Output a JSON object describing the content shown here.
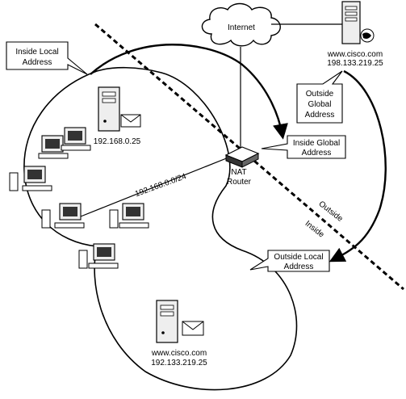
{
  "internet_label": "Internet",
  "callouts": {
    "inside_local": [
      "Inside Local",
      "Address"
    ],
    "outside_global": [
      "Outside",
      "Global",
      "Address"
    ],
    "inside_global": [
      "Inside Global",
      "Address"
    ],
    "outside_local": [
      "Outside Local",
      "Address"
    ]
  },
  "hosts": {
    "top_server": {
      "name": "www.cisco.com",
      "ip": "198.133.219.25"
    },
    "inside_server": {
      "ip": "192.168.0.25"
    },
    "bottom_server": {
      "name": "www.cisco.com",
      "ip": "192.133.219.25"
    }
  },
  "router": {
    "line1": "NAT",
    "line2": "Router"
  },
  "subnet_label": "192.168.0.0/24",
  "boundary": {
    "outside": "Outside",
    "inside": "Inside"
  }
}
